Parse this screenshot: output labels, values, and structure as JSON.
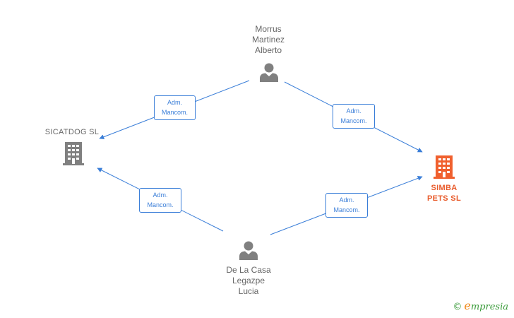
{
  "nodes": {
    "morrus": {
      "label": "Morrus\nMartinez\nAlberto",
      "icon": "person-icon"
    },
    "delacasa": {
      "label": "De La Casa\nLegazpe\nLucia",
      "icon": "person-icon"
    },
    "sicatdog": {
      "label": "SICATDOG  SL",
      "icon": "building-icon"
    },
    "simba": {
      "label": "SIMBA\nPETS  SL",
      "icon": "building-icon"
    }
  },
  "edges": [
    {
      "from": "morrus",
      "to": "sicatdog",
      "label": "Adm.\nMancom."
    },
    {
      "from": "morrus",
      "to": "simba",
      "label": "Adm.\nMancom."
    },
    {
      "from": "delacasa",
      "to": "sicatdog",
      "label": "Adm.\nMancom."
    },
    {
      "from": "delacasa",
      "to": "simba",
      "label": "Adm.\nMancom."
    }
  ],
  "colors": {
    "edge": "#3a7ed8",
    "person": "#808080",
    "company": "#808080",
    "focus_company": "#f0602e"
  },
  "brand": {
    "copyright": "©",
    "initial": "e",
    "rest": "mpresia"
  }
}
